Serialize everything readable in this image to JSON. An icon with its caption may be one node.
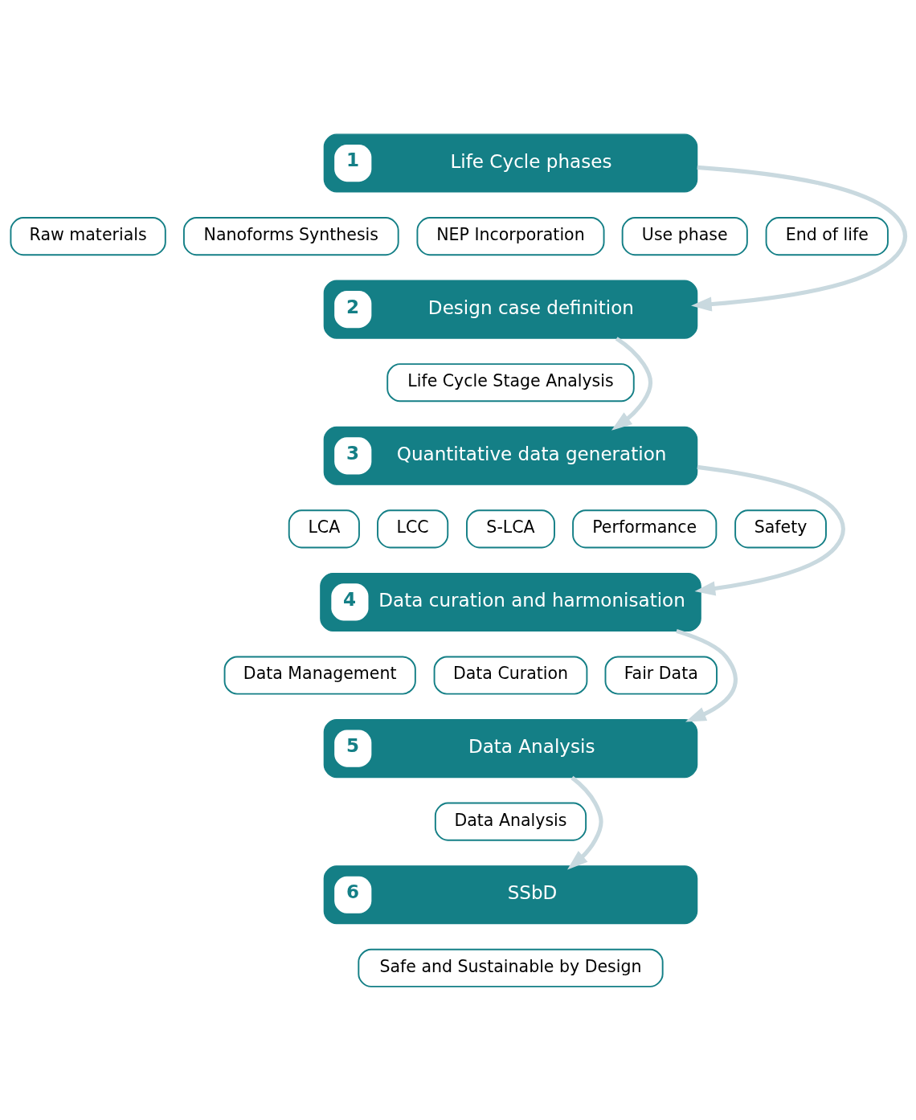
{
  "diagram": {
    "nodes": [
      {
        "text": [
          "1",
          "Life Cycle phases"
        ]
      },
      {
        "text": [
          "Raw materials"
        ]
      },
      {
        "text": [
          "Nanoforms Synthesis"
        ]
      },
      {
        "text": [
          "NEP Incorporation"
        ]
      },
      {
        "text": [
          "Use phase"
        ]
      },
      {
        "text": [
          "End of life"
        ]
      },
      {
        "text": [
          "2",
          "Design case definition"
        ]
      },
      {
        "text": [
          "Life Cycle Stage Analysis"
        ]
      },
      {
        "text": [
          "3",
          "Quantitative data generation"
        ]
      },
      {
        "text": [
          "LCA"
        ]
      },
      {
        "text": [
          "LCC"
        ]
      },
      {
        "text": [
          "S-LCA"
        ]
      },
      {
        "text": [
          "Performance"
        ]
      },
      {
        "text": [
          "Safety"
        ]
      },
      {
        "text": [
          "4",
          "Data curation and harmonisation"
        ]
      },
      {
        "text": [
          "Data Management"
        ]
      },
      {
        "text": [
          "Data Curation"
        ]
      },
      {
        "text": [
          "Fair Data"
        ]
      },
      {
        "text": [
          "5",
          "Data Analysis"
        ]
      },
      {
        "text": [
          "Data Analysis"
        ]
      },
      {
        "text": [
          "6",
          "SSbD"
        ]
      },
      {
        "text": [
          "Safe and Sustainable by Design"
        ]
      }
    ],
    "edges": [
      {
        "from": 0,
        "to": 6,
        "arrow": "to"
      },
      {
        "from": 6,
        "to": 8,
        "arrow": "to"
      },
      {
        "from": 8,
        "to": 14,
        "arrow": "to"
      },
      {
        "from": 14,
        "to": 18,
        "arrow": "to"
      },
      {
        "from": 18,
        "to": 20,
        "arrow": "to"
      }
    ]
  }
}
